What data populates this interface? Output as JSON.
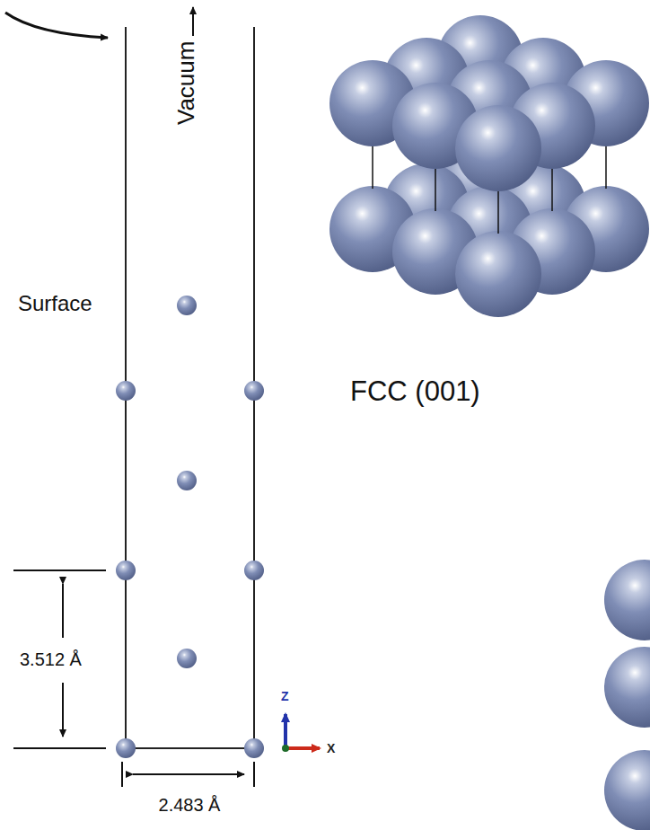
{
  "diagram": {
    "labels": [
      "Vacuum",
      "Surface",
      "FCC (001)",
      "3.512 Å",
      "Z",
      "X",
      "2.483 Å"
    ]
  }
}
